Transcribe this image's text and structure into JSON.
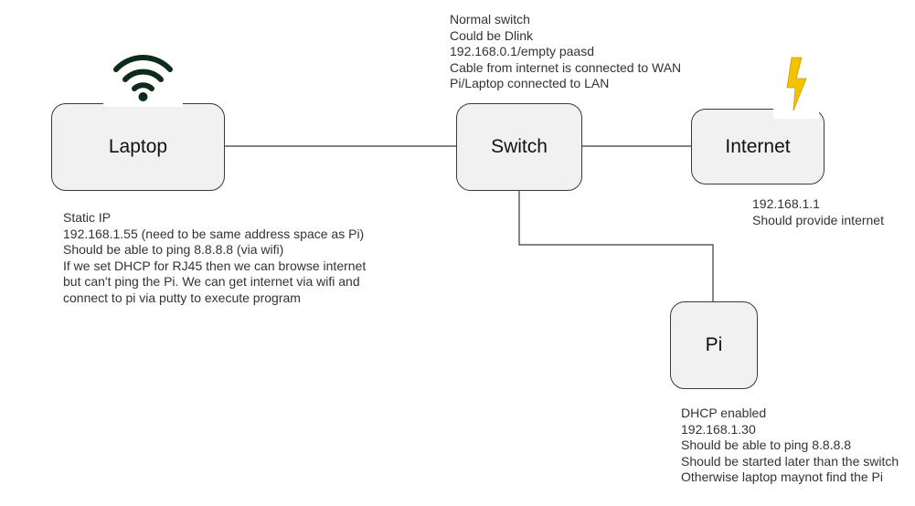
{
  "nodes": {
    "laptop": {
      "label": "Laptop"
    },
    "switch": {
      "label": "Switch"
    },
    "internet": {
      "label": "Internet"
    },
    "pi": {
      "label": "Pi"
    }
  },
  "notes": {
    "switch": [
      "Normal switch",
      "Could be Dlink",
      "192.168.0.1/empty paasd",
      "Cable from internet is connected to WAN",
      "Pi/Laptop connected to LAN"
    ],
    "laptop": [
      "Static IP",
      "192.168.1.55 (need to be same address space as Pi)",
      "Should be able to ping 8.8.8.8 (via wifi)",
      "If we set DHCP for RJ45 then we can browse internet",
      "but can't ping the Pi. We can get internet via wifi and",
      "connect to pi via putty to execute program"
    ],
    "internet": [
      "192.168.1.1",
      "Should provide internet"
    ],
    "pi": [
      "DHCP enabled",
      "192.168.1.30",
      "Should be able to ping 8.8.8.8",
      "Should be started later than the switch",
      "Otherwise laptop maynot find the Pi"
    ]
  },
  "icons": {
    "wifi": "wifi-icon",
    "lightning": "lightning-bolt-icon"
  },
  "colors": {
    "node_fill": "#f1f1f1",
    "node_stroke": "#3a3a3a",
    "wifi": "#0d2b1a",
    "lightning": "#f5c200"
  }
}
